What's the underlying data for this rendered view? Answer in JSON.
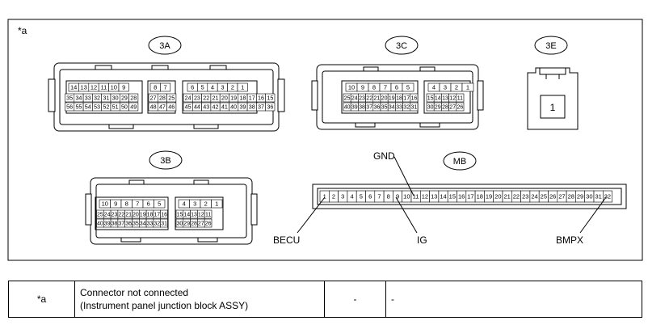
{
  "figure_label": "*a",
  "connectors": {
    "c3a": {
      "id": "3A",
      "row_top": [
        "14",
        "13",
        "12",
        "11",
        "10",
        "9",
        "8",
        "7",
        "6",
        "5",
        "4",
        "3",
        "2",
        "1"
      ],
      "row_mid": [
        "35",
        "34",
        "33",
        "32",
        "31",
        "30",
        "29",
        "28",
        "27",
        "28",
        "25",
        "24",
        "23",
        "22",
        "21",
        "20",
        "19",
        "18",
        "17",
        "16",
        "15"
      ],
      "row_bot": [
        "56",
        "55",
        "54",
        "53",
        "52",
        "51",
        "50",
        "49",
        "48",
        "47",
        "46",
        "45",
        "44",
        "43",
        "42",
        "41",
        "40",
        "39",
        "38",
        "37",
        "36"
      ]
    },
    "c3c": {
      "id": "3C",
      "row_top": [
        "10",
        "9",
        "8",
        "7",
        "6",
        "5",
        "4",
        "3",
        "2",
        "1"
      ],
      "row_mid": [
        "25",
        "24",
        "23",
        "22",
        "21",
        "20",
        "19",
        "18",
        "17",
        "16",
        "15",
        "14",
        "13",
        "12",
        "11"
      ],
      "row_bot": [
        "40",
        "39",
        "38",
        "37",
        "36",
        "35",
        "34",
        "33",
        "32",
        "31",
        "30",
        "29",
        "28",
        "27",
        "26"
      ]
    },
    "c3e": {
      "id": "3E",
      "pin": "1"
    },
    "c3b": {
      "id": "3B",
      "row_top": [
        "10",
        "9",
        "8",
        "7",
        "6",
        "5",
        "4",
        "3",
        "2",
        "1"
      ],
      "row_mid": [
        "25",
        "24",
        "23",
        "22",
        "21",
        "20",
        "19",
        "18",
        "17",
        "16",
        "15",
        "14",
        "13",
        "12",
        "11"
      ],
      "row_bot": [
        "40",
        "39",
        "38",
        "37",
        "36",
        "35",
        "34",
        "33",
        "32",
        "31",
        "30",
        "29",
        "28",
        "27",
        "26"
      ]
    },
    "mb": {
      "id": "MB",
      "pins": [
        "1",
        "2",
        "3",
        "4",
        "5",
        "6",
        "7",
        "8",
        "9",
        "10",
        "11",
        "12",
        "13",
        "14",
        "15",
        "16",
        "17",
        "18",
        "19",
        "20",
        "21",
        "22",
        "23",
        "24",
        "25",
        "26",
        "27",
        "28",
        "29",
        "30",
        "31",
        "32"
      ]
    }
  },
  "terminals": {
    "gnd": "GND",
    "becu": "BECU",
    "ig": "IG",
    "bmpx": "BMPX"
  },
  "legend": {
    "symbol": "*a",
    "line1": "Connector not connected",
    "line2": "(Instrument panel junction block ASSY)",
    "col3": "-",
    "col4": "-"
  }
}
